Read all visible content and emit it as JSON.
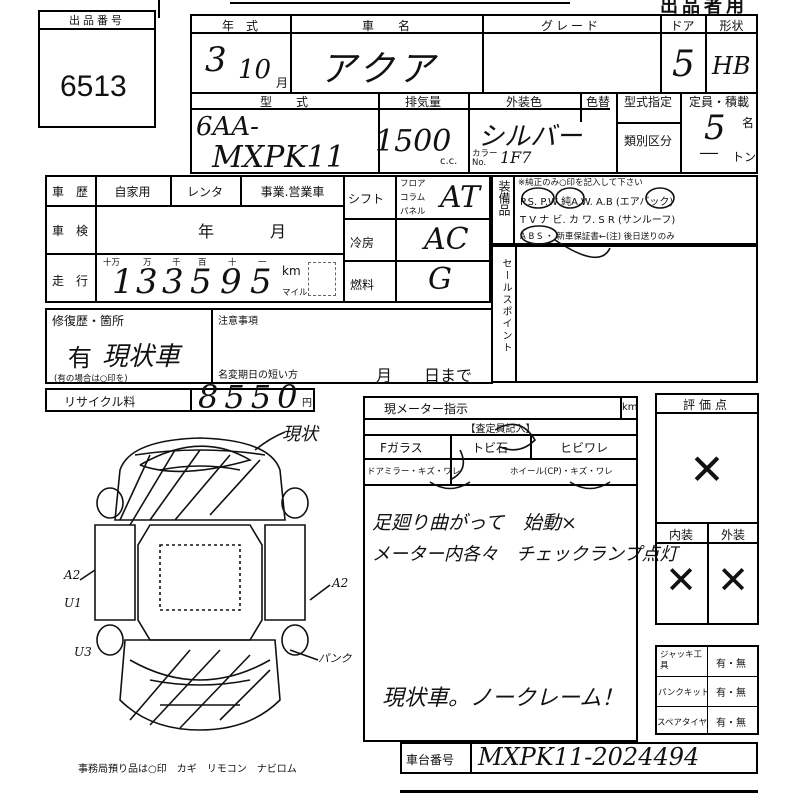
{
  "header": {
    "lot_label": "出品番号",
    "lot_number": "6513",
    "title_right": "出品者用"
  },
  "top_table": {
    "year_label": "年　式",
    "make_label": "車　　名",
    "grade_label": "グレード",
    "door_label": "ドア",
    "body_type_label": "形状",
    "year_value": "3",
    "month_value": "10",
    "month_unit": "月",
    "car_name": "アクア",
    "doors": "5",
    "body_type": "HB"
  },
  "second_table": {
    "model_label": "型　　式",
    "displacement_label": "排気量",
    "ext_color_label": "外装色",
    "color_label": "色替",
    "type_designation_label": "型式指定",
    "category_label": "類別区分",
    "capacity_label": "定員・積載",
    "model_code_1": "6AA-",
    "model_code_2": "MXPK11",
    "displacement": "1500",
    "cc_unit": "c.c.",
    "color_no_label": "カラー\nNo.",
    "ext_color": "シルバー",
    "color_no": "1F7",
    "capacity": "5",
    "capacity_unit": "名",
    "load": "―",
    "load_unit": "トン"
  },
  "history": {
    "history_label": "車　歴",
    "private_label": "自家用",
    "rental_label": "レンタ",
    "business_label": "事業.営業車",
    "inspection_label": "車　検",
    "year_label": "年",
    "month_label": "月",
    "mileage_label": "走　行",
    "digit_labels": [
      "十万",
      "万",
      "千",
      "百",
      "十",
      "一"
    ],
    "mileage_digits": [
      "1",
      "3",
      "3",
      "5",
      "9",
      "5"
    ],
    "km_label": "km",
    "mile_label": "マイル"
  },
  "shift": {
    "shift_label": "シフト",
    "shift_options": [
      "フロア",
      "コラム",
      "パネル"
    ],
    "shift_value": "AT",
    "ac_label": "冷房",
    "ac_value": "AC",
    "fuel_label": "燃料",
    "fuel_value": "G"
  },
  "equipment": {
    "label": "装備品",
    "note": "※純正のみ○印を記入して下さい",
    "row1": "P.S.  P.W  純A.W.  A.B (エアバック)",
    "row2": "T V  ナ ビ. カ ワ.  S R (サンルーフ)",
    "row3": "A B S  ・  新車保証書←(注) 後日送りのみ"
  },
  "sales_point_label": "セールスポイント",
  "repair": {
    "label": "修復歴・箇所",
    "value": "有",
    "value_note": "現状車",
    "footnote": "(有の場合は○印を)",
    "notes_label": "注意事項",
    "name_change_label": "名変期日の短い方",
    "month_label": "月",
    "day_label": "日まで"
  },
  "recycle": {
    "label": "リサイクル料",
    "amount": "8550",
    "unit": "円"
  },
  "meter": {
    "label": "現メーター指示",
    "unit": "km",
    "inspector_note_label": "【査定員記入】",
    "f_glass_label": "Fガラス",
    "chip_label": "トビ石",
    "crack_label": "ヒビワレ",
    "door_mirror_label": "ドアミラー・キズ・ワレ",
    "wheel_label": "ホイール(CP)・キズ・ワレ",
    "remark_1": "足廻り曲がって　始動×",
    "remark_2": "メーター内各々　チェックランプ点灯",
    "remark_3": "現状車。ノークレーム！"
  },
  "diagram_marks": {
    "top": "現状",
    "left_1": "A2",
    "left_2": "U1",
    "left_3": "U3",
    "right_1": "A2",
    "right_2": "パンク"
  },
  "evaluation": {
    "score_label": "評価点",
    "score_value": "✕",
    "interior_label": "内装",
    "exterior_label": "外装",
    "interior_value": "✕",
    "exterior_value": "✕"
  },
  "tools": {
    "jack_label": "ジャッキ工具",
    "puncture_label": "パンクキット",
    "spare_label": "スペアタイヤ",
    "options": "有・無"
  },
  "bottom": {
    "office_note": "事務局預り品は○印　カギ　リモコン　ナビロム",
    "chassis_label": "車台番号",
    "chassis_number": "MXPK11-2024494"
  }
}
